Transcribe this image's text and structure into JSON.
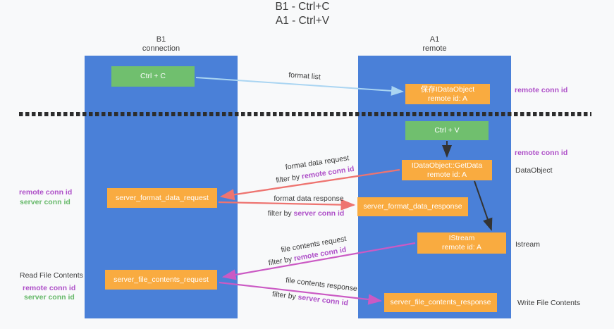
{
  "title": {
    "line1": "B1 - Ctrl+C",
    "line2": "A1 - Ctrl+V"
  },
  "columns": {
    "left": {
      "title": "B1",
      "subtitle": "connection"
    },
    "right": {
      "title": "A1",
      "subtitle": "remote"
    }
  },
  "boxes": {
    "ctrl_c": {
      "label": "Ctrl + C"
    },
    "ctrl_v": {
      "label": "Ctrl + V"
    },
    "save_idataobject": {
      "line1": "保存IDataObject",
      "line2": "remote id: A"
    },
    "idataobject_getdata": {
      "line1": "IDataObject::GetData",
      "line2": "remote id: A"
    },
    "istream": {
      "line1": "IStream",
      "line2": "remote id: A"
    },
    "server_format_data_request": {
      "label": "server_format_data_request"
    },
    "server_format_data_response": {
      "label": "server_format_data_response"
    },
    "server_file_contents_request": {
      "label": "server_file_contents_request"
    },
    "server_file_contents_response": {
      "label": "server_file_contents_response"
    }
  },
  "flow_labels": {
    "format_list": "format list",
    "format_data_request": "format data request",
    "format_data_request_filter": {
      "prefix": "filter by ",
      "key": "remote conn id"
    },
    "format_data_response": "format data response",
    "format_data_response_filter": {
      "prefix": "filter by ",
      "key": "server conn id"
    },
    "file_contents_request": "file contents request",
    "file_contents_request_filter": {
      "prefix": "filter by ",
      "key": "remote conn id"
    },
    "file_contents_response": "file contents response",
    "file_contents_response_filter": {
      "prefix": "filter by ",
      "key": "server conn id"
    }
  },
  "side_labels": {
    "right_remote_conn_id_top": "remote conn id",
    "right_remote_conn_id_mid": "remote conn id",
    "dataobject": "DataObject",
    "istream": "Istream",
    "write_file_contents": "Write File Contents",
    "left_remote_conn_id_top": "remote conn id",
    "left_server_conn_id_top": "server conn id",
    "read_file_contents": "Read File Contents",
    "left_remote_conn_id_bottom": "remote conn id",
    "left_server_conn_id_bottom": "server conn id"
  },
  "colors": {
    "column_blue": "#4a80d8",
    "box_green": "#70bf6e",
    "box_orange": "#f9ab40",
    "arrow_light_blue": "#aad5f2",
    "arrow_salmon": "#ee7470",
    "arrow_magenta": "#cb5ac4",
    "arrow_black": "#333333",
    "text_purple": "#ae4fc8",
    "text_green": "#67b96a",
    "divider_black": "#2d2d2d",
    "background": "#f8f9fa"
  }
}
